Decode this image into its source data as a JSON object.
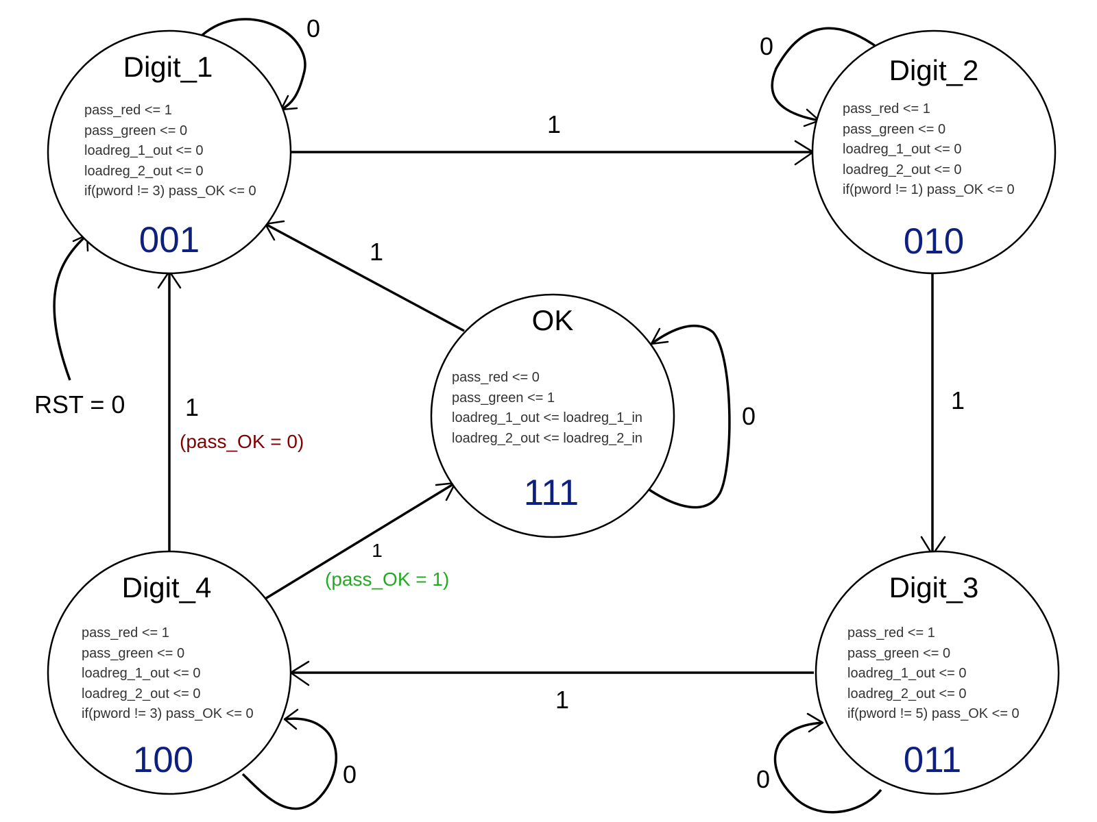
{
  "states": {
    "digit1": {
      "name": "Digit_1",
      "code": "001",
      "actions": [
        "pass_red <= 1",
        "pass_green <= 0",
        "loadreg_1_out <= 0",
        "loadreg_2_out <= 0",
        "if(pword != 3) pass_OK <= 0"
      ]
    },
    "digit2": {
      "name": "Digit_2",
      "code": "010",
      "actions": [
        "pass_red <= 1",
        "pass_green <= 0",
        "loadreg_1_out <= 0",
        "loadreg_2_out <= 0",
        "if(pword != 1) pass_OK <= 0"
      ]
    },
    "digit3": {
      "name": "Digit_3",
      "code": "011",
      "actions": [
        "pass_red <= 1",
        "pass_green <= 0",
        "loadreg_1_out <= 0",
        "loadreg_2_out <= 0",
        "if(pword != 5) pass_OK <= 0"
      ]
    },
    "digit4": {
      "name": "Digit_4",
      "code": "100",
      "actions": [
        "pass_red <= 1",
        "pass_green <= 0",
        "loadreg_1_out <= 0",
        "loadreg_2_out <= 0",
        "if(pword != 3) pass_OK <= 0"
      ]
    },
    "ok": {
      "name": "OK",
      "code": "111",
      "actions": [
        "pass_red <= 0",
        "pass_green <= 1",
        "loadreg_1_out <= loadreg_1_in",
        "loadreg_2_out <= loadreg_2_in"
      ]
    }
  },
  "transitions": {
    "d1_self": "0",
    "d2_self": "0",
    "d3_self": "0",
    "d4_self": "0",
    "ok_self": "0",
    "d1_to_d2": "1",
    "d2_to_d3": "1",
    "d3_to_d4": "1",
    "ok_to_d1": "1",
    "d4_to_d1": "1",
    "d4_to_d1_cond": "(pass_OK = 0)",
    "d4_to_ok": "1",
    "d4_to_ok_cond": "(pass_OK = 1)"
  },
  "reset": {
    "label": "RST = 0"
  },
  "colors": {
    "state_code": "#0d1f7f",
    "cond_fail": "#7f0000",
    "cond_success": "#22aa22"
  }
}
